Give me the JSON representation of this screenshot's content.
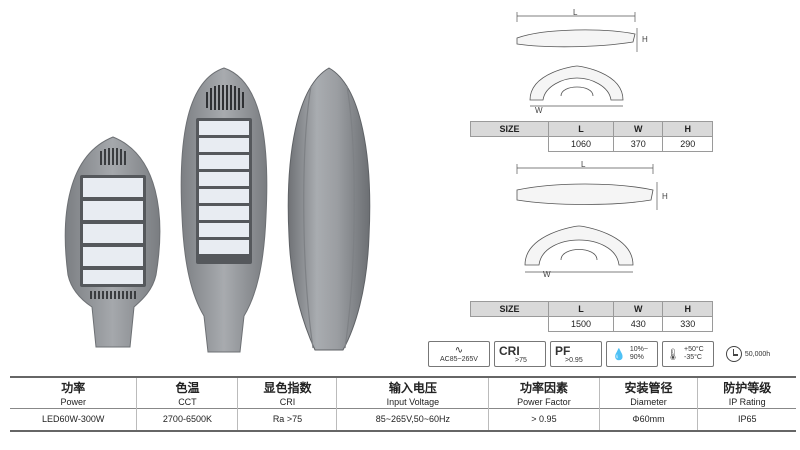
{
  "dims_top": {
    "L": "L",
    "H": "H",
    "W": "W"
  },
  "dims_bottom": {
    "L": "L",
    "H": "H",
    "W": "W"
  },
  "size_table_1": {
    "header": [
      "SIZE",
      "L",
      "W",
      "H"
    ],
    "row": [
      "",
      "1060",
      "370",
      "290"
    ]
  },
  "size_table_2": {
    "header": [
      "SIZE",
      "L",
      "W",
      "H"
    ],
    "row": [
      "",
      "1500",
      "430",
      "330"
    ]
  },
  "icons": [
    {
      "name": "ac-input-icon",
      "label": "AC85~265V"
    },
    {
      "name": "cri-icon",
      "big": "CRI",
      "label": ">75"
    },
    {
      "name": "pf-icon",
      "big": "PF",
      "label": ">0.95"
    },
    {
      "name": "humidity-icon",
      "label": "10%~ 90%"
    },
    {
      "name": "temperature-icon",
      "label": "+50°C -35°C"
    },
    {
      "name": "clock-icon",
      "label": "50,000h"
    }
  ],
  "specs": {
    "columns": [
      {
        "zh": "功率",
        "en": "Power",
        "value": "LED60W-300W"
      },
      {
        "zh": "色温",
        "en": "CCT",
        "value": "2700-6500K"
      },
      {
        "zh": "显色指数",
        "en": "CRI",
        "value": "Ra >75"
      },
      {
        "zh": "输入电压",
        "en": "Input Voltage",
        "value": "85~265V,50~60Hz"
      },
      {
        "zh": "功率因素",
        "en": "Power Factor",
        "value": "> 0.95"
      },
      {
        "zh": "安装管径",
        "en": "Diameter",
        "value": "Φ60mm"
      },
      {
        "zh": "防护等级",
        "en": "IP Rating",
        "value": "IP65"
      }
    ]
  },
  "colors": {
    "housing": "#8f9296",
    "led": "#e8ecf2",
    "border": "#9a9a9a",
    "header_bg": "#d9d9d9"
  }
}
